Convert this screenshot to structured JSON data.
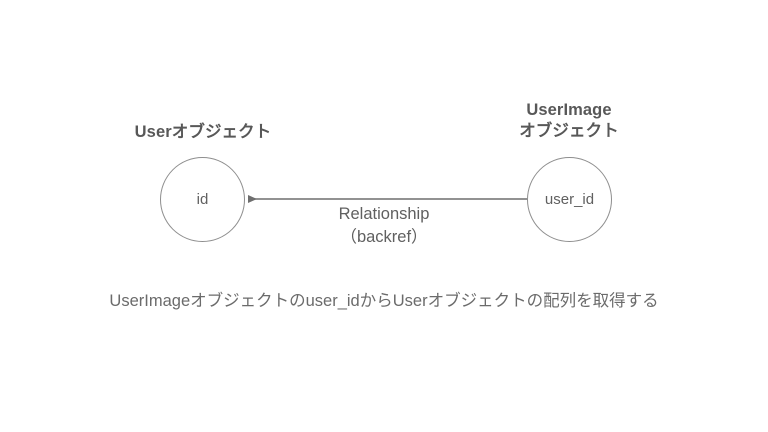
{
  "diagram": {
    "background_color": "#ffffff",
    "stroke_color": "#8e8e8e",
    "text_color": "#606060",
    "heading_color": "#585858",
    "left_node": {
      "heading": "Userオブジェクト",
      "field": "id"
    },
    "right_node": {
      "heading_line1": "UserImage",
      "heading_line2": "オブジェクト",
      "field": "user_id"
    },
    "edge": {
      "label_line1": "Relationship",
      "label_line2": "（backref）",
      "direction": "right-to-left",
      "arrowhead": "filled-triangle"
    },
    "caption": "UserImageオブジェクトのuser_idからUserオブジェクトの配列を取得する"
  }
}
